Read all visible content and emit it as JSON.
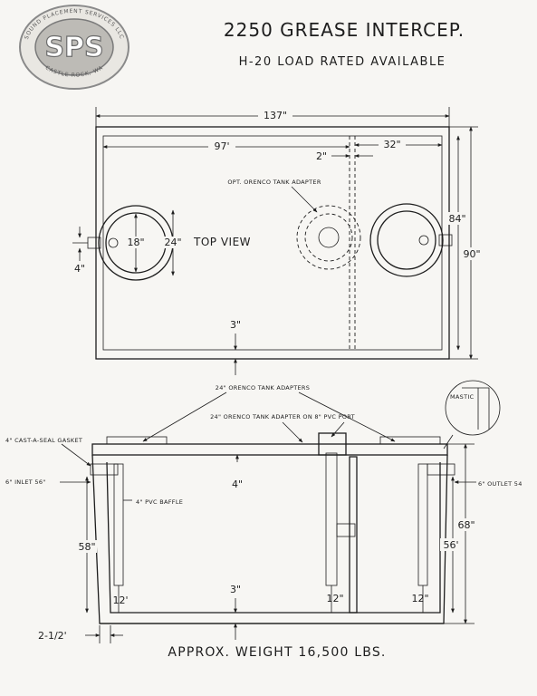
{
  "logo": {
    "letters": "SPS",
    "ring_text_top": "SOUND PLACEMENT SERVICES LLC",
    "ring_text_bottom": "CASTLE ROCK, WA"
  },
  "title": "2250 GREASE INTERCEP.",
  "subtitle": "H-20 LOAD RATED AVAILABLE",
  "top_view": {
    "label": "TOP VIEW",
    "dims": {
      "overall_length": "137\"",
      "inlet_compartment": "97'",
      "wall": "2\"",
      "outlet_compartment": "32\"",
      "inner_width": "84\"",
      "overall_width": "90\"",
      "port_diameter": "18\"",
      "riser_diameter": "24\"",
      "wall_thickness": "3\"",
      "pipe_offset": "4\""
    },
    "callouts": {
      "orenco_adapter": "OPT. ORENCO TANK ADAPTER"
    }
  },
  "side_view": {
    "callouts": {
      "orenco_adapters": "24\" ORENCO TANK ADAPTERS",
      "orenco_on_port": "24\" ORENCO TANK ADAPTER ON 8\" PVC PORT",
      "gasket": "4\" CAST-A-SEAL GASKET",
      "inlet": "6\" INLET 56\"",
      "baffle": "4\" PVC BAFFLE",
      "outlet": "6\" OUTLET 54",
      "mastic": "MASTIC"
    },
    "dims": {
      "lid_thickness": "4\"",
      "total_height": "68\"",
      "left_depth": "58\"",
      "right_depth": "56'",
      "floor_thickness": "3\"",
      "baffle_gap_left": "12'",
      "baffle_gap_mid": "12\"",
      "baffle_gap_right": "12\"",
      "wall_thickness": "2-1/2'"
    }
  },
  "footer": {
    "weight": "APPROX. WEIGHT 16,500 LBS."
  }
}
